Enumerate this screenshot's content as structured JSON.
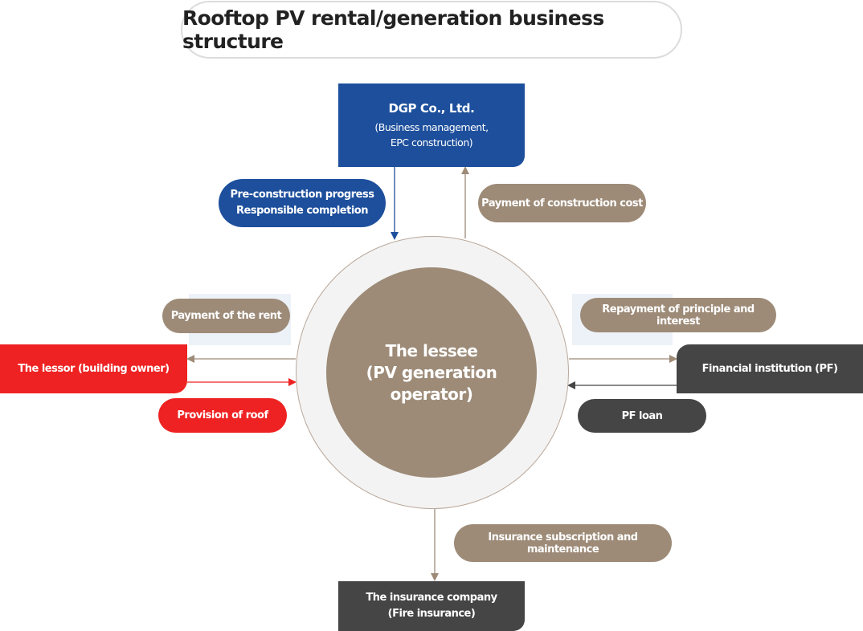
{
  "title": "Rooftop PV rental/generation business structure",
  "center": {
    "line1": "The lessee",
    "line2": "(PV generation operator)"
  },
  "dgp": {
    "name": "DGP Co., Ltd.",
    "sub1": "(Business management,",
    "sub2": "EPC construction)"
  },
  "lessor": {
    "label": "The lessor (building owner)"
  },
  "financial": {
    "label": "Financial institution (PF)"
  },
  "insurance_company": {
    "line1": "The insurance company",
    "line2": "(Fire insurance)"
  },
  "labels": {
    "pre_construction_1": "Pre-construction progress",
    "pre_construction_2": "Responsible completion",
    "payment_construction": "Payment of construction cost",
    "payment_rent": "Payment of the rent",
    "repayment": "Repayment of principle and interest",
    "provision_roof": "Provision of roof",
    "pf_loan": "PF loan",
    "insurance_subscription": "Insurance subscription and maintenance"
  },
  "colors": {
    "blue": "#1d4f9c",
    "red": "#ee2222",
    "dark_gray": "#454545",
    "taupe": "#9d8b78",
    "circle_ring": "#f3f3f3"
  }
}
